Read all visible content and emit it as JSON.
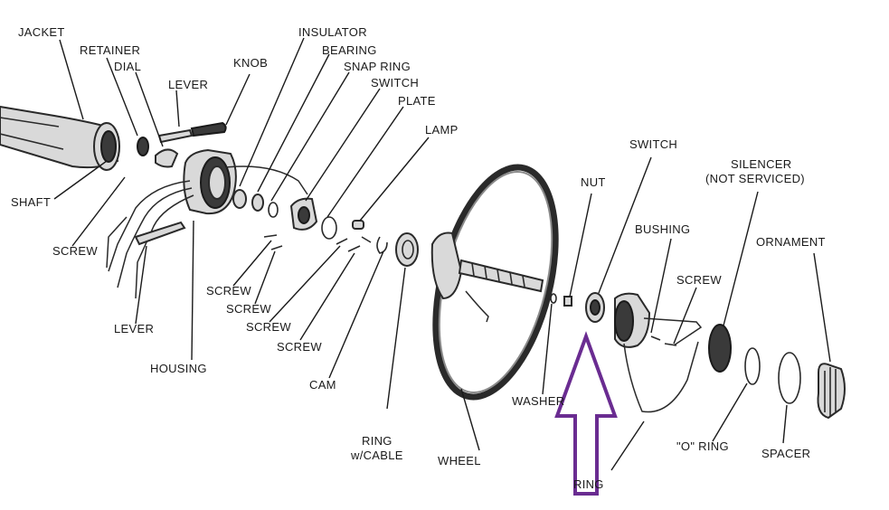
{
  "labels": {
    "jacket": "JACKET",
    "retainer": "RETAINER",
    "dial": "DIAL",
    "lever_top": "LEVER",
    "knob": "KNOB",
    "insulator": "INSULATOR",
    "bearing": "BEARING",
    "snap_ring": "SNAP RING",
    "switch_top": "SWITCH",
    "plate": "PLATE",
    "lamp": "LAMP",
    "shaft": "SHAFT",
    "screw_left": "SCREW",
    "lever_bottom": "LEVER",
    "housing": "HOUSING",
    "screw_1": "SCREW",
    "screw_2": "SCREW",
    "screw_3": "SCREW",
    "screw_4": "SCREW",
    "cam": "CAM",
    "ring_cable_1": "RING",
    "ring_cable_2": "w/CABLE",
    "wheel": "WHEEL",
    "washer": "WASHER",
    "nut": "NUT",
    "switch_right": "SWITCH",
    "bushing": "BUSHING",
    "screw_right": "SCREW",
    "silencer_1": "SILENCER",
    "silencer_2": "(NOT SERVICED)",
    "ornament": "ORNAMENT",
    "o_ring": "\"O\" RING",
    "spacer": "SPACER",
    "ring_bottom": "RING"
  },
  "colors": {
    "highlight_arrow": "#6a2c91"
  }
}
